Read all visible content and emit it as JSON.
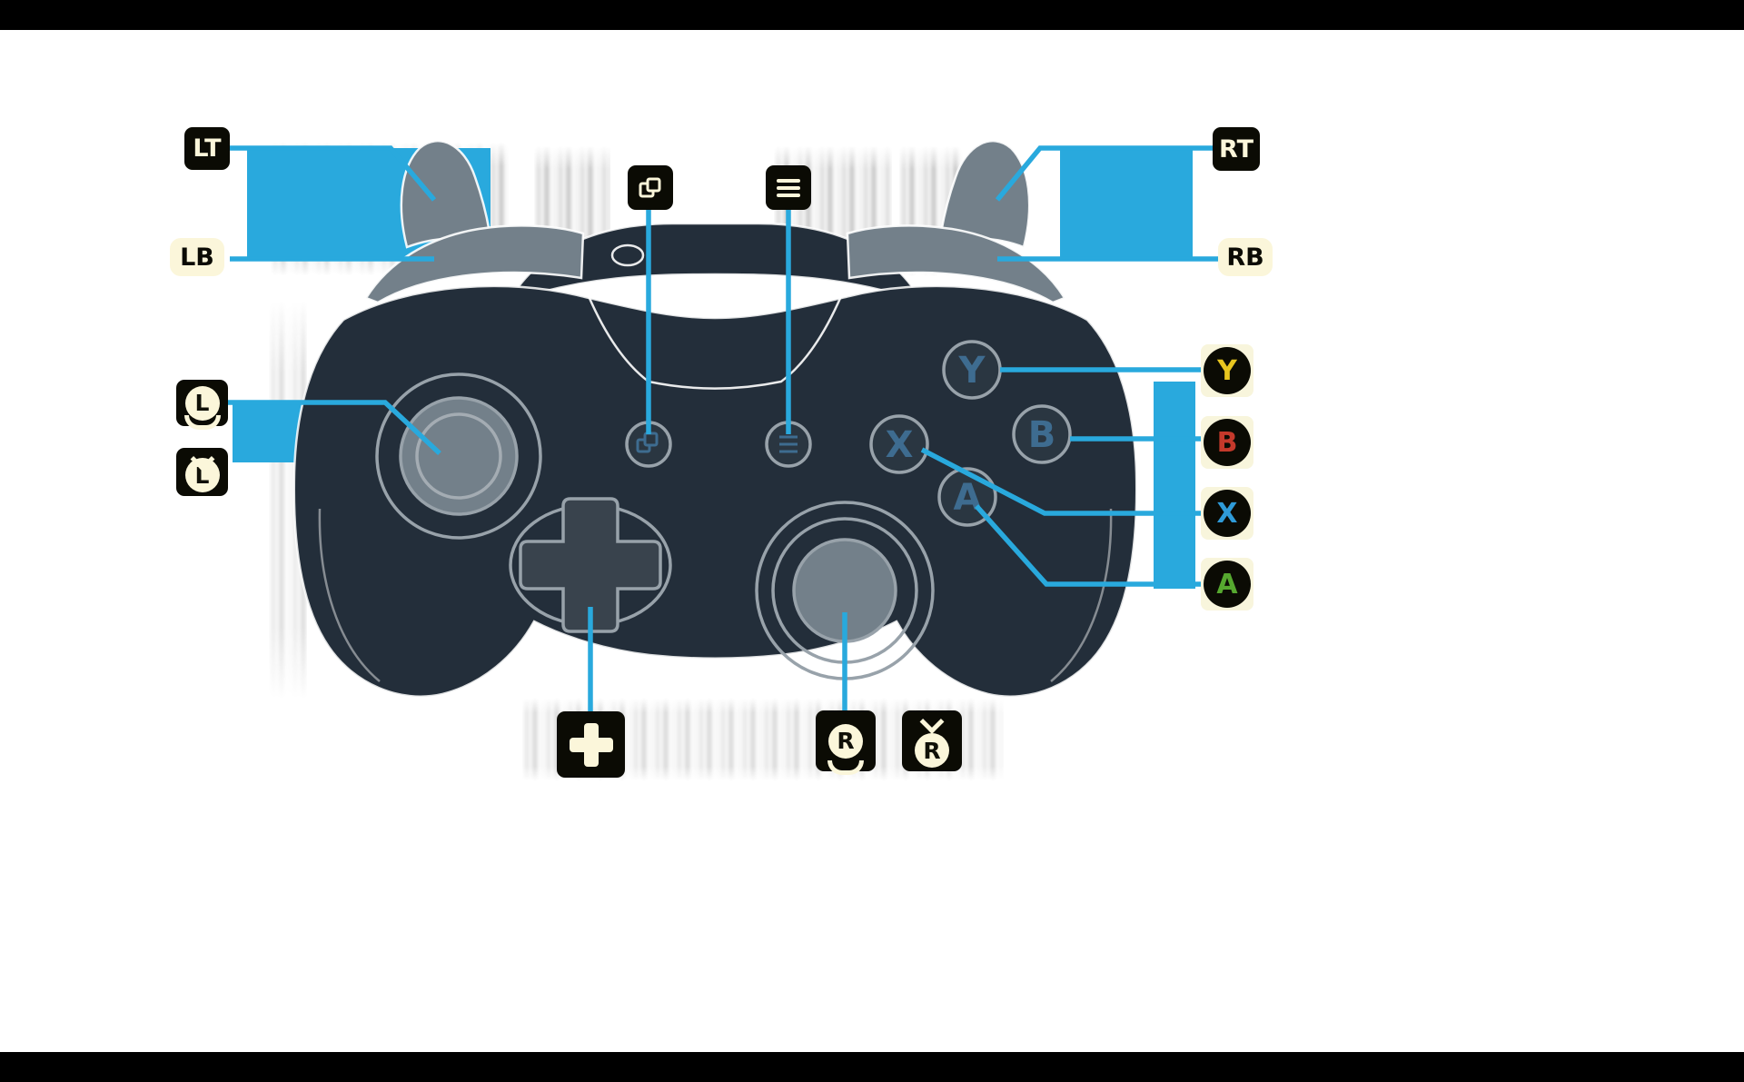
{
  "colors": {
    "accent": "#29A9DD",
    "body": "#232E3A",
    "gray": "#73808A",
    "rim": "#98A2AA",
    "ink": "#0B0B04",
    "cream": "#FBF6DA",
    "chip": "#F8F5DC",
    "btnink": "#3E6C90",
    "btnface": "#2A3641",
    "dpad": "#39434D",
    "btn_y": "#E7C51F",
    "btn_b": "#C4392B",
    "btn_x": "#2F9BD8",
    "btn_a": "#56A82F"
  },
  "callouts": {
    "lt": "LT",
    "lb": "LB",
    "rt": "RT",
    "rb": "RB",
    "l": "L",
    "l_press": "L",
    "r": "R",
    "r_press": "R"
  },
  "buttons": {
    "y": "Y",
    "b": "B",
    "x": "X",
    "a": "A"
  },
  "icons": {
    "view": "view-icon (two overlapping windows)",
    "menu": "menu-icon (three bars)",
    "dpad": "plus-cross-icon",
    "press_mark": "chevron-down-mark",
    "stick_base": "stick-base-arc"
  }
}
